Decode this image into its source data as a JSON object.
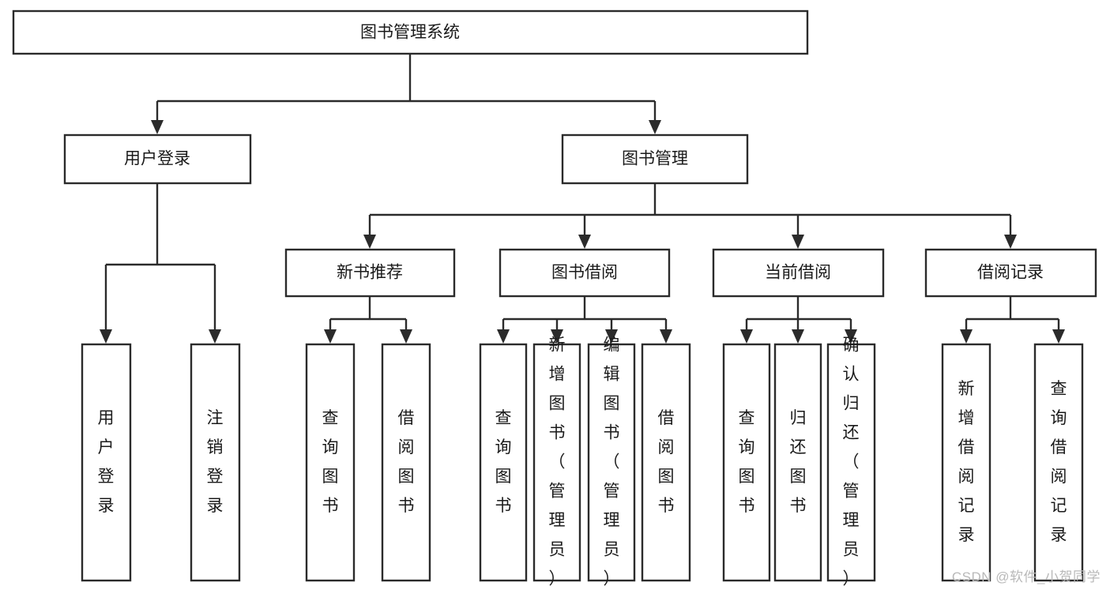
{
  "diagram": {
    "type": "tree-flowchart",
    "title": "图书管理系统",
    "orientation": "top-down",
    "levels": 4,
    "nodes": {
      "root": {
        "label": "图书管理系统"
      },
      "level2": [
        {
          "id": "user-login",
          "label": "用户登录"
        },
        {
          "id": "book-manage",
          "label": "图书管理"
        }
      ],
      "level3": [
        {
          "id": "new-book-recommend",
          "label": "新书推荐",
          "parent": "book-manage"
        },
        {
          "id": "book-borrow",
          "label": "图书借阅",
          "parent": "book-manage"
        },
        {
          "id": "current-borrow",
          "label": "当前借阅",
          "parent": "book-manage"
        },
        {
          "id": "borrow-record",
          "label": "借阅记录",
          "parent": "book-manage"
        }
      ],
      "leaves": [
        {
          "id": "leaf-user-login",
          "label": "用户登录",
          "parent": "user-login"
        },
        {
          "id": "leaf-logout-login",
          "label": "注销登录",
          "parent": "user-login"
        },
        {
          "id": "leaf-query-book-1",
          "label": "查询图书",
          "parent": "new-book-recommend"
        },
        {
          "id": "leaf-borrow-book-1",
          "label": "借阅图书",
          "parent": "new-book-recommend"
        },
        {
          "id": "leaf-query-book-2",
          "label": "查询图书",
          "parent": "book-borrow"
        },
        {
          "id": "leaf-add-book",
          "label": "新增图书（管理员）",
          "parent": "book-borrow"
        },
        {
          "id": "leaf-edit-book",
          "label": "编辑图书（管理员）",
          "parent": "book-borrow"
        },
        {
          "id": "leaf-borrow-book-2",
          "label": "借阅图书",
          "parent": "book-borrow"
        },
        {
          "id": "leaf-query-book-3",
          "label": "查询图书",
          "parent": "current-borrow"
        },
        {
          "id": "leaf-return-book",
          "label": "归还图书",
          "parent": "current-borrow"
        },
        {
          "id": "leaf-confirm-return",
          "label": "确认归还（管理员）",
          "parent": "current-borrow"
        },
        {
          "id": "leaf-add-record",
          "label": "新增借阅记录",
          "parent": "borrow-record"
        },
        {
          "id": "leaf-query-record",
          "label": "查询借阅记录",
          "parent": "borrow-record"
        }
      ]
    },
    "colors": {
      "stroke": "#2b2b2b",
      "fill": "#ffffff",
      "text": "#1a1a1a",
      "watermark": "#b9b9b9"
    }
  },
  "watermark": {
    "text": "CSDN @软件_小贺同学"
  }
}
